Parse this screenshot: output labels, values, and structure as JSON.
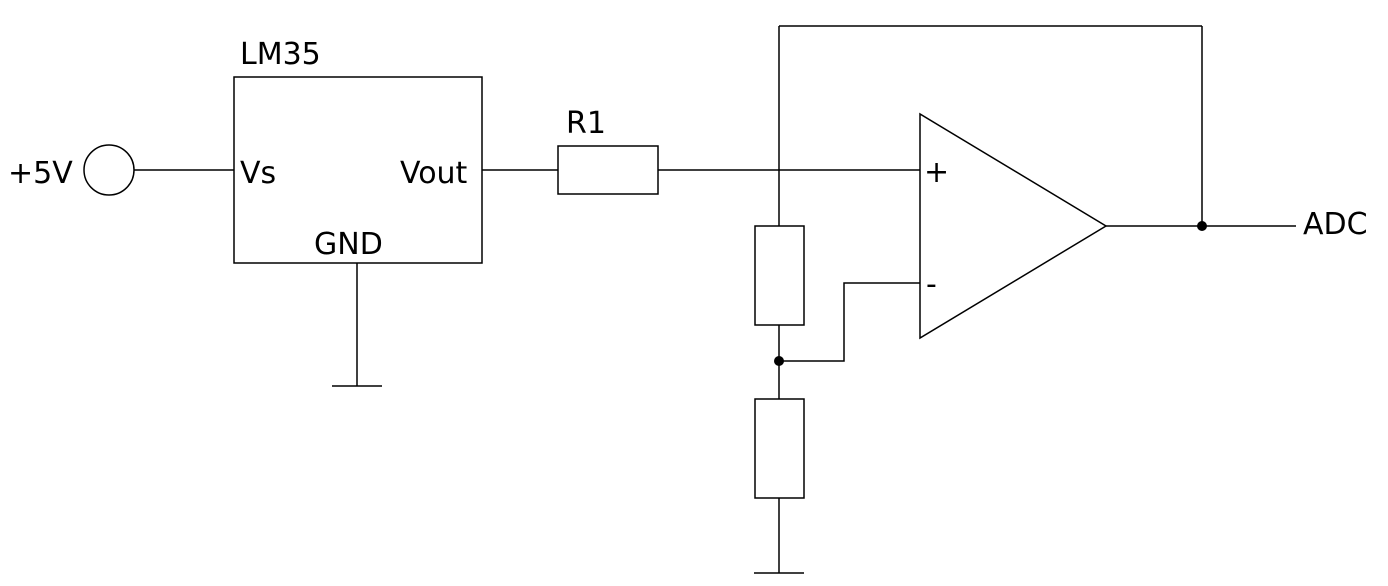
{
  "power": {
    "supply_label": "+5V"
  },
  "sensor": {
    "name": "LM35",
    "pin_vs": "Vs",
    "pin_vout": "Vout",
    "pin_gnd": "GND"
  },
  "resistor_series": {
    "label": "R1"
  },
  "opamp": {
    "plus_label": "+",
    "minus_label": "-"
  },
  "output": {
    "label": "ADC"
  },
  "colors": {
    "line": "#000000",
    "background": "#ffffff"
  }
}
